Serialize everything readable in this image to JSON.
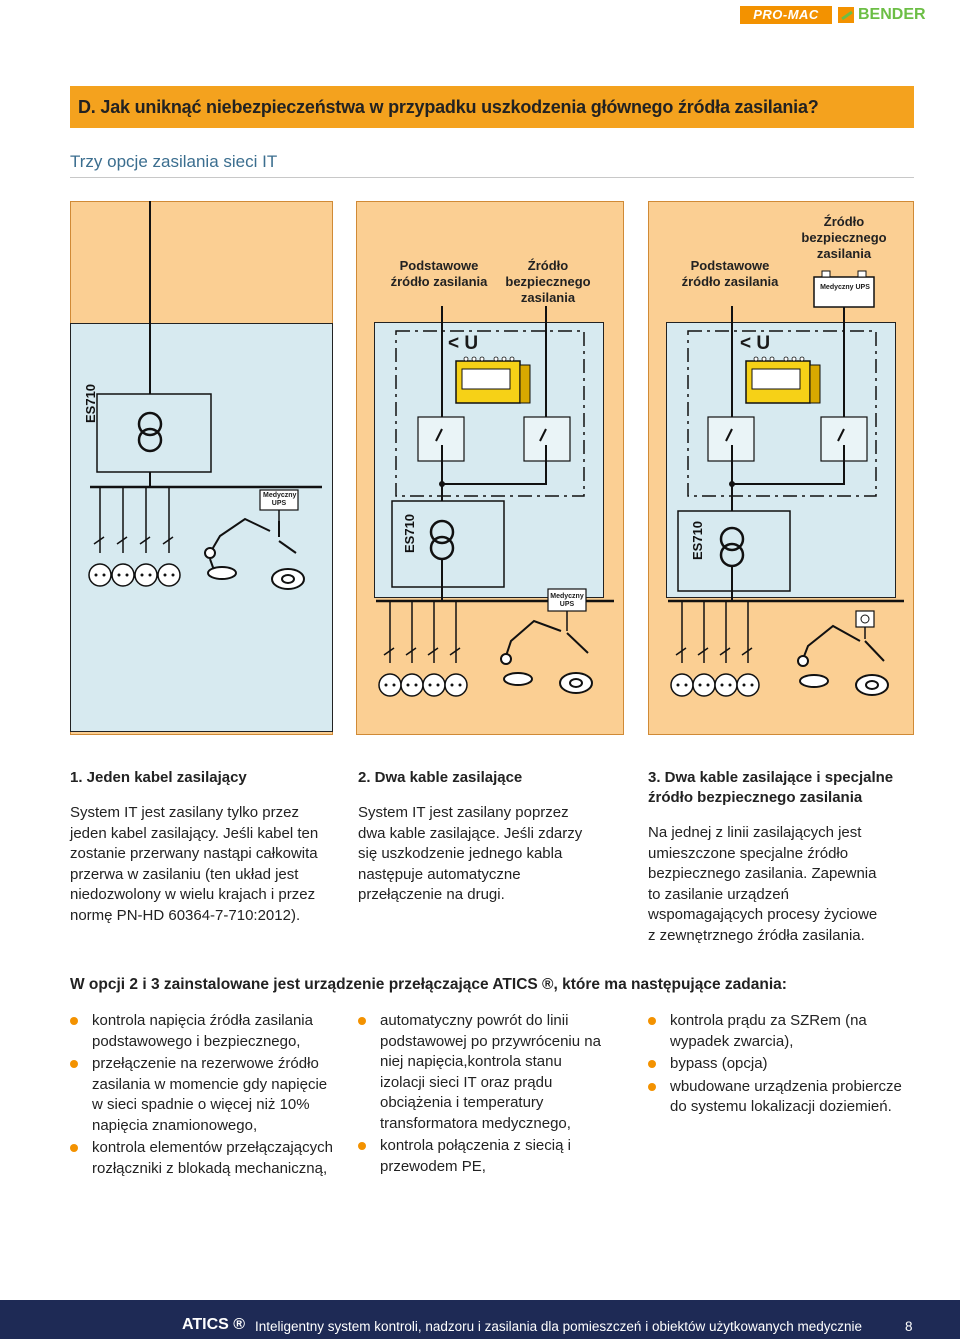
{
  "logos": {
    "promac": "PRO-MAC",
    "bender": "BENDER"
  },
  "header": {
    "title": "D. Jak uniknąć niebezpieczeństwa w przypadku uszkodzenia głównego źródła zasilania?",
    "subtitle": "Trzy opcje zasilania sieci IT"
  },
  "diagram": {
    "transformer_label": "ES710",
    "primary_source": "Podstawowe źródło zasilania",
    "safety_source": "Źródło bezpiecznego zasilania",
    "ups_label": "Medyczny UPS",
    "undervoltage": "< U",
    "colors": {
      "panel": "#fbcf93",
      "room": "#d7eaf0",
      "device": "#f6d117"
    }
  },
  "columns": [
    {
      "heading": "1. Jeden kabel zasilający",
      "body": "System IT jest zasilany tylko przez jeden kabel zasilający. Jeśli kabel ten zostanie przerwany nastąpi całkowita przerwa w zasilaniu (ten układ jest niedozwolony w wielu krajach i przez normę PN-HD 60364-7-710:2012)."
    },
    {
      "heading": "2. Dwa kable zasilające",
      "body": "System IT jest zasilany poprzez dwa kable zasilające. Jeśli zdarzy się uszkodzenie jednego kabla następuje automatyczne przełączenie na drugi."
    },
    {
      "heading": "3. Dwa kable zasilające i specjalne źródło bezpiecznego zasilania",
      "body": "Na jednej z linii zasilających jest umieszczone specjalne źródło bezpiecznego zasilania. Zapewnia to zasilanie urządzeń wspomagających procesy życiowe z zewnętrznego źródła zasilania."
    }
  ],
  "lead": "W opcji 2 i 3 zainstalowane jest urządzenie przełączające ATICS ®, które ma następujące zadania:",
  "bullets": [
    [
      "kontrola napięcia źródła zasilania podstawowego i bezpiecznego,",
      "przełączenie na rezerwowe źródło zasilania w momencie gdy napięcie w sieci spadnie o więcej niż 10% napięcia znamionowego,",
      "kontrola elementów przełączających rozłączniki z blokadą mechaniczną,"
    ],
    [
      "automatyczny powrót do linii podstawowej po przywróceniu na niej napięcia,kontrola stanu izolacji sieci IT oraz prądu obciążenia i temperatury transformatora medycznego,",
      "kontrola połączenia z siecią i przewodem PE,"
    ],
    [
      "kontrola prądu za SZRem (na wypadek zwarcia),",
      "bypass (opcja)",
      "wbudowane urządzenia probiercze do systemu lokalizacji doziemień."
    ]
  ],
  "footer": {
    "brand": "ATICS ®",
    "text": "Inteligentny system kontroli, nadzoru i zasilania dla pomieszczeń i obiektów  użytkowanych medycznie",
    "page": "8"
  }
}
